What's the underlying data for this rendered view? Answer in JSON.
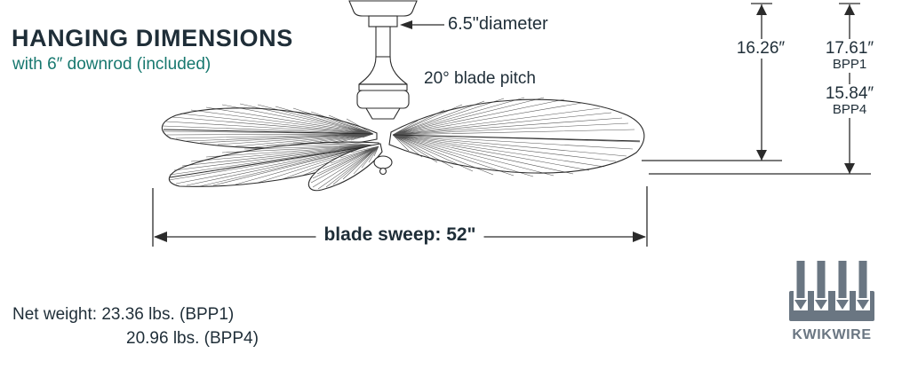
{
  "header": {
    "title": "HANGING DIMENSIONS",
    "subtitle": "with 6″ downrod (included)"
  },
  "fan": {
    "diameter_label": "6.5\"diameter",
    "blade_pitch_label": "20° blade pitch",
    "blade_sweep_label": "blade sweep: 52\""
  },
  "dimensions": {
    "downrod_height": "16.26″",
    "bpp1_height": "17.61″",
    "bpp1_label": "BPP1",
    "bpp4_height": "15.84″",
    "bpp4_label": "BPP4"
  },
  "net_weight": {
    "line1": "Net weight: 23.36 lbs. (BPP1)",
    "line2": "20.96 lbs. (BPP4)"
  },
  "brand": {
    "name": "KWIKWIRE"
  },
  "colors": {
    "heading": "#1f2e38",
    "subtitle": "#17786f",
    "line_art": "#2b2b2b",
    "brand_gray": "#6a7682"
  }
}
